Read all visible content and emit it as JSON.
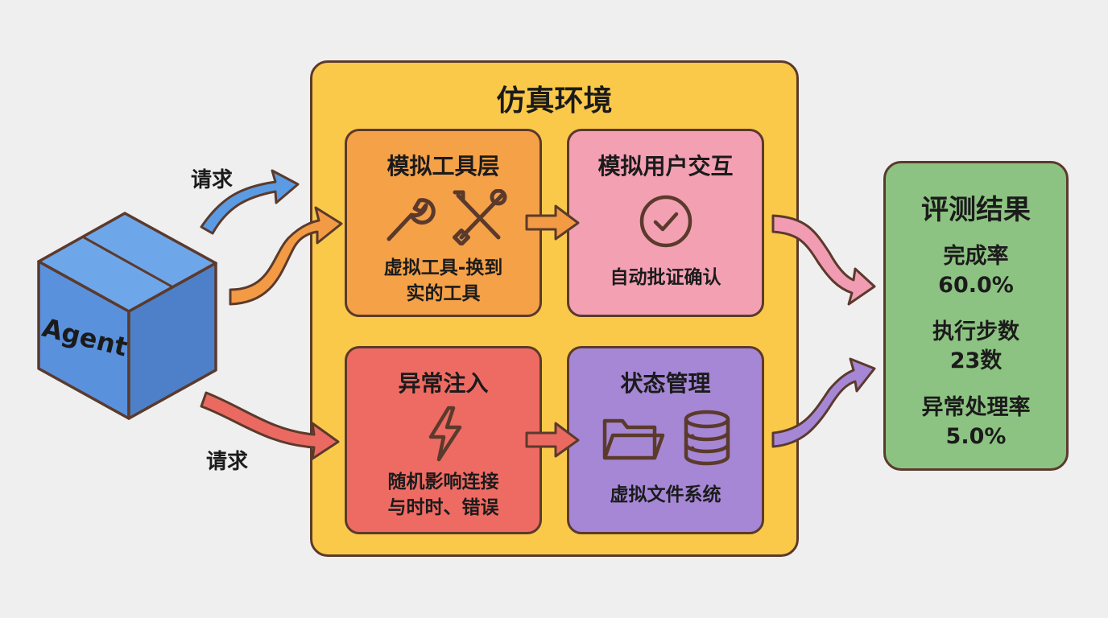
{
  "agent": {
    "label": "Agent"
  },
  "environment": {
    "title": "仿真环境"
  },
  "requests": {
    "top_label": "请求",
    "bottom_label": "请求"
  },
  "cards": {
    "tools": {
      "title": "模拟工具层",
      "desc_line1": "虚拟工具-换到",
      "desc_line2": "实的工具",
      "icons": [
        "wrench-icon",
        "tools-cross-icon"
      ]
    },
    "user": {
      "title": "模拟用户交互",
      "desc_line1": "自动批证确认",
      "icons": [
        "check-circle-icon"
      ]
    },
    "error": {
      "title": "异常注入",
      "desc_line1": "随机影响连接",
      "desc_line2": "与时时、错误",
      "icons": [
        "lightning-icon"
      ]
    },
    "state": {
      "title": "状态管理",
      "desc_line1": "虚拟文件系统",
      "icons": [
        "folder-icon",
        "database-icon"
      ]
    }
  },
  "results": {
    "title": "评测结果",
    "metrics": [
      {
        "label": "完成率",
        "value": "60.0%"
      },
      {
        "label": "执行步数",
        "value": "23数"
      },
      {
        "label": "异常处理率",
        "value": "5.0%"
      }
    ]
  },
  "colors": {
    "background": "#efefef",
    "outline": "#5b3a2c",
    "environment": "#fbc94a",
    "tools": "#f5a148",
    "user": "#f3a0b3",
    "error": "#ee6b63",
    "state": "#a587d5",
    "results": "#8dc382",
    "agent_front": "#5a91dd",
    "arrow_blue": "#5b9be3",
    "arrow_orange": "#f39a45",
    "arrow_red": "#ea6a62",
    "arrow_pink": "#f19cb2",
    "arrow_purple": "#a587d5"
  }
}
